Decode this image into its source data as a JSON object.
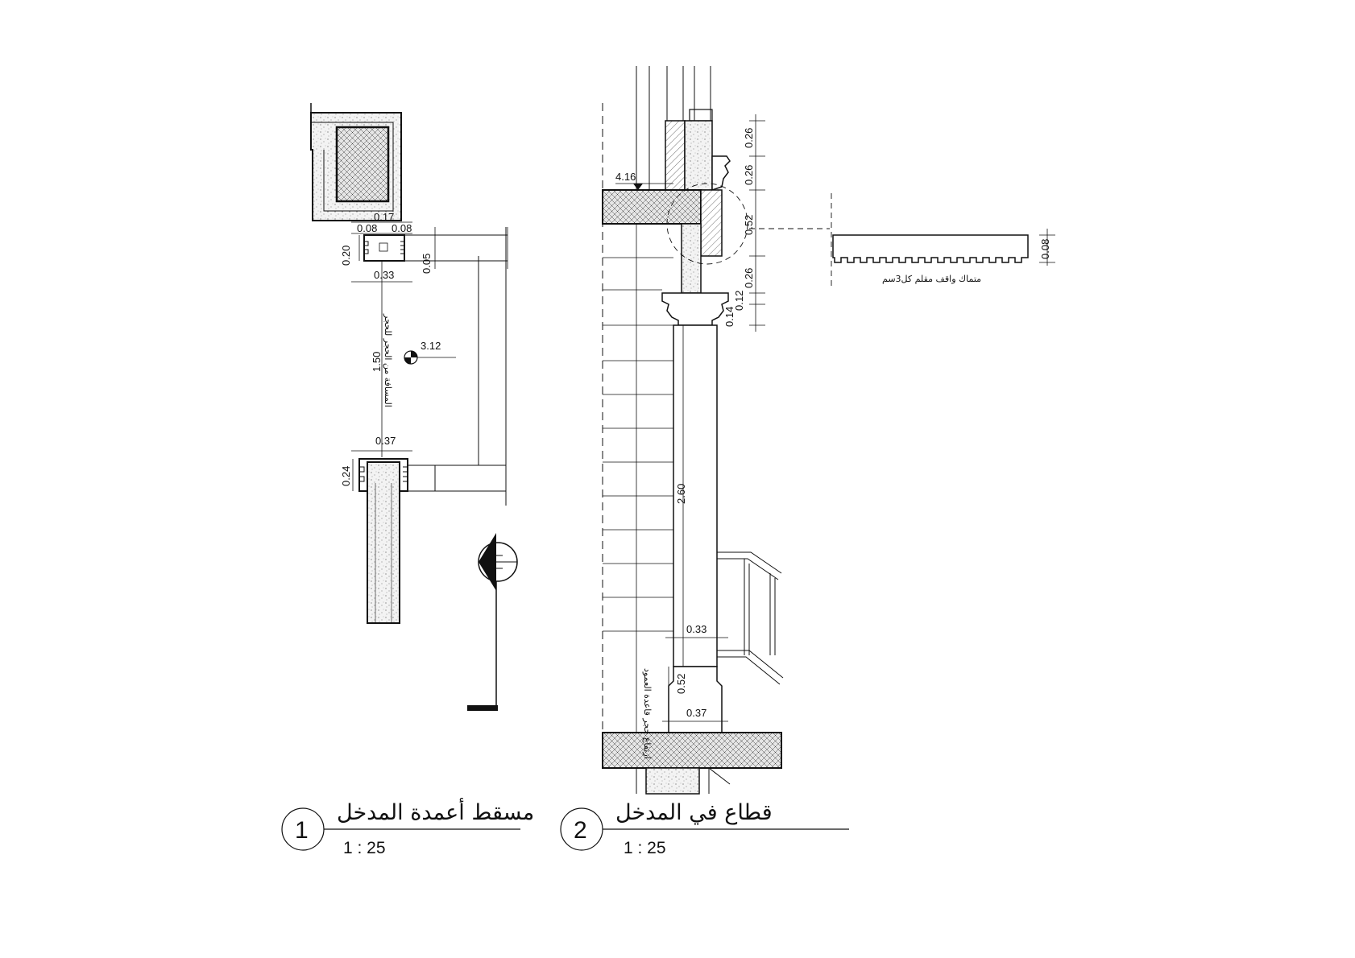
{
  "detail1": {
    "number": "1",
    "title": "مسقط أعمدة المدخل",
    "scale": "1 : 25",
    "dims": {
      "d017": "0.17",
      "d008a": "0.08",
      "d008b": "0.08",
      "d020": "0.20",
      "d005": "0.05",
      "d033": "0.33",
      "d150": "1.50",
      "d037": "0.37",
      "d024": "0.24"
    },
    "level": "3.12",
    "note": "المسافة من الحجر للحجر"
  },
  "detail2": {
    "number": "2",
    "title": "قطاع في المدخل",
    "scale": "1 : 25",
    "level": "4.16",
    "dims": {
      "t026a": "0.26",
      "t026b": "0.26",
      "t052": "0.52",
      "t026c": "0.26",
      "t012": "0.12",
      "t014": "0.14",
      "h260": "2.60",
      "w033": "0.33",
      "h052": "0.52",
      "w037": "0.37",
      "t008": "0.08"
    },
    "base_note": "ارتفاع حجر قاعدة العمود",
    "dentil_note": "متماك واقف مقلم كل3سم"
  },
  "colors": {
    "line": "#111111",
    "fill_gray": "#d9d9d9",
    "background": "#ffffff"
  }
}
